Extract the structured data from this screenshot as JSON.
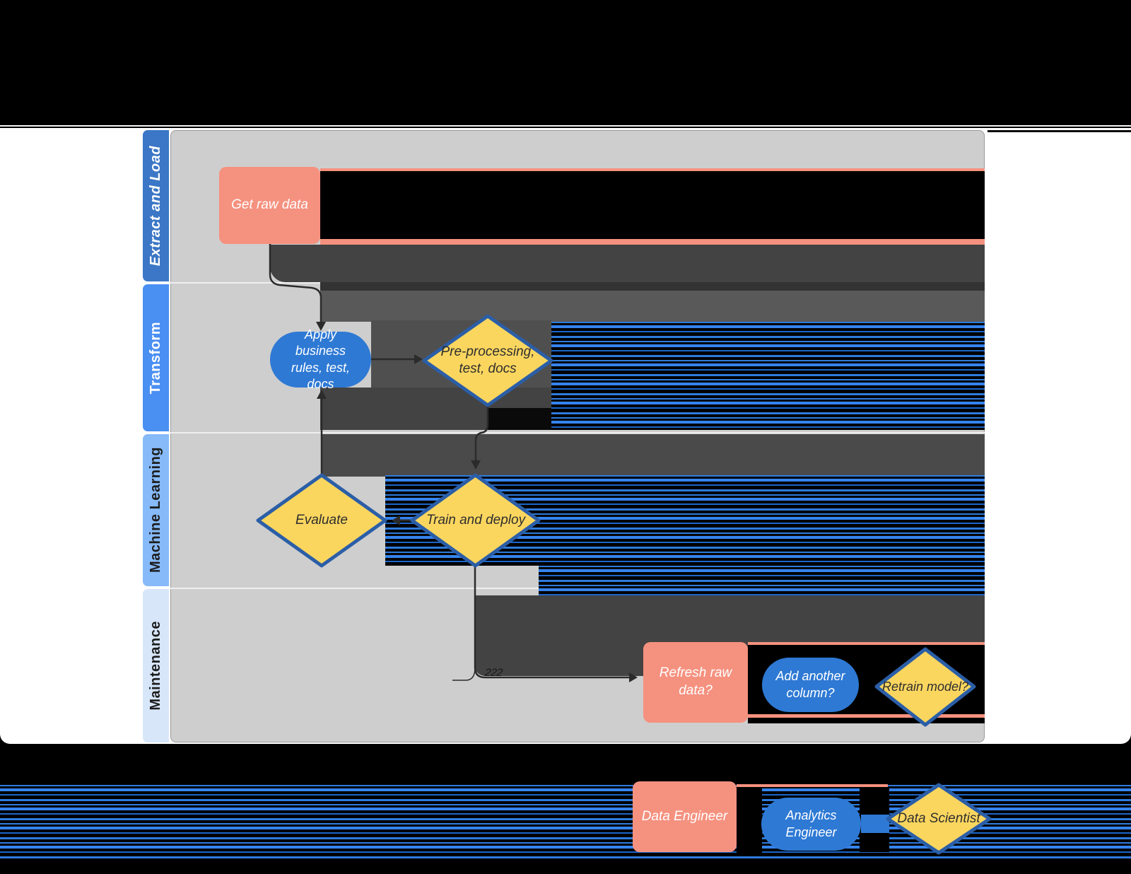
{
  "colors": {
    "salmon": "#F5917F",
    "node_blue": "#2E79D4",
    "diamond_fill": "#FBD65F",
    "diamond_stroke": "#2B5EA7",
    "canvas_gray": "#CECECE",
    "glitch_dark": "#434343",
    "glitch_mid": "#595959",
    "lane1_color": "#3B77C6",
    "lane2_color": "#4A8FF2",
    "lane3_color": "#86BAF8",
    "lane4_color": "#D8E6FA"
  },
  "lanes": [
    {
      "label": "Extract and Load"
    },
    {
      "label": "Transform"
    },
    {
      "label": "Machine Learning"
    },
    {
      "label": "Maintenance"
    }
  ],
  "nodes": {
    "get_raw_data": {
      "label": "Get raw data"
    },
    "apply_business_rules": {
      "label": "Apply business rules, test, docs"
    },
    "pre_processing": {
      "label": "Pre-processing, test, docs"
    },
    "evaluate": {
      "label": "Evaluate"
    },
    "train_and_deploy": {
      "label": "Train and deploy"
    },
    "refresh_raw_data": {
      "label": "Refresh raw data?"
    },
    "add_another_column": {
      "label": "Add another column?"
    },
    "retrain_model": {
      "label": "Retrain model?"
    }
  },
  "legend": {
    "data_engineer": "Data Engineer",
    "analytics_engineer": "Analytics Engineer",
    "data_scientist": "Data Scientist"
  },
  "connector_label": "222"
}
